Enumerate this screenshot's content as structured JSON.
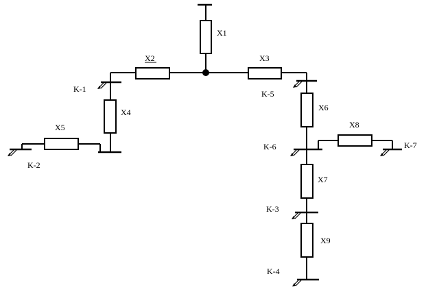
{
  "diagram": {
    "reactances": {
      "x1": "X1",
      "x2": "X2",
      "x3": "X3",
      "x4": "X4",
      "x5": "X5",
      "x6": "X6",
      "x7": "X7",
      "x8": "X8",
      "x9": "X9"
    },
    "fault_points": {
      "k1": "K-1",
      "k2": "K-2",
      "k3": "K-3",
      "k4": "K-4",
      "k5": "K-5",
      "k6": "K-6",
      "k7": "K-7"
    }
  }
}
